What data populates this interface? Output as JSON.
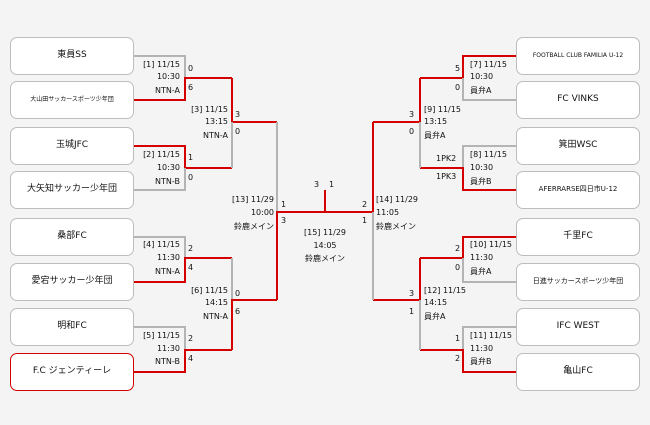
{
  "teams": {
    "L1": "東員SS",
    "L2": "大山田サッカースポーツ少年団",
    "L3": "玉城JFC",
    "L4": "大矢知サッカー少年団",
    "L5": "桑部FC",
    "L6": "愛宕サッカー少年団",
    "L7": "明和FC",
    "L8": "F.C ジェンティーレ",
    "R1": "FOOTBALL CLUB FAMILIA U-12",
    "R2": "FC VINKS",
    "R3": "箕田WSC",
    "R4": "AFERRARSE四日市U-12",
    "R5": "千里FC",
    "R6": "日進サッカースポーツ少年団",
    "R7": "IFC WEST",
    "R8": "亀山FC"
  },
  "matches": {
    "m1": {
      "num": "[1] 11/15",
      "time": "10:30",
      "venue": "NTN-A",
      "s1": "0",
      "s2": "6"
    },
    "m2": {
      "num": "[2] 11/15",
      "time": "10:30",
      "venue": "NTN-B",
      "s1": "1",
      "s2": "0"
    },
    "m3": {
      "num": "[3] 11/15",
      "time": "13:15",
      "venue": "NTN-A",
      "s1": "3",
      "s2": "0"
    },
    "m4": {
      "num": "[4] 11/15",
      "time": "11:30",
      "venue": "NTN-A",
      "s1": "2",
      "s2": "4"
    },
    "m5": {
      "num": "[5] 11/15",
      "time": "11:30",
      "venue": "NTN-B",
      "s1": "2",
      "s2": "4"
    },
    "m6": {
      "num": "[6] 11/15",
      "time": "14:15",
      "venue": "NTN-A",
      "s1": "0",
      "s2": "6"
    },
    "m7": {
      "num": "[7] 11/15",
      "time": "10:30",
      "venue": "員弁A",
      "s1": "5",
      "s2": "0"
    },
    "m8": {
      "num": "[8] 11/15",
      "time": "10:30",
      "venue": "員弁B",
      "s1": "1PK2",
      "s2": "1PK3"
    },
    "m9": {
      "num": "[9] 11/15",
      "time": "13:15",
      "venue": "員弁A",
      "s1": "3",
      "s2": "0"
    },
    "m10": {
      "num": "[10] 11/15",
      "time": "11:30",
      "venue": "員弁A",
      "s1": "2",
      "s2": "0"
    },
    "m11": {
      "num": "[11] 11/15",
      "time": "11:30",
      "venue": "員弁B",
      "s1": "1",
      "s2": "2"
    },
    "m12": {
      "num": "[12] 11/15",
      "time": "14:15",
      "venue": "員弁A",
      "s1": "3",
      "s2": "1"
    },
    "m13": {
      "num": "[13] 11/29",
      "time": "10:00",
      "venue": "鈴鹿メイン",
      "s1": "1",
      "s2": "3"
    },
    "m14": {
      "num": "[14] 11/29",
      "time": "11:05",
      "venue": "鈴鹿メイン",
      "s1": "2",
      "s2": "1"
    },
    "m15": {
      "num": "[15] 11/29",
      "time": "14:05",
      "venue": "鈴鹿メイン",
      "s1": "3",
      "s2": "1"
    }
  },
  "colors": {
    "win": "#d40000",
    "lose": "#b4b4b4"
  }
}
